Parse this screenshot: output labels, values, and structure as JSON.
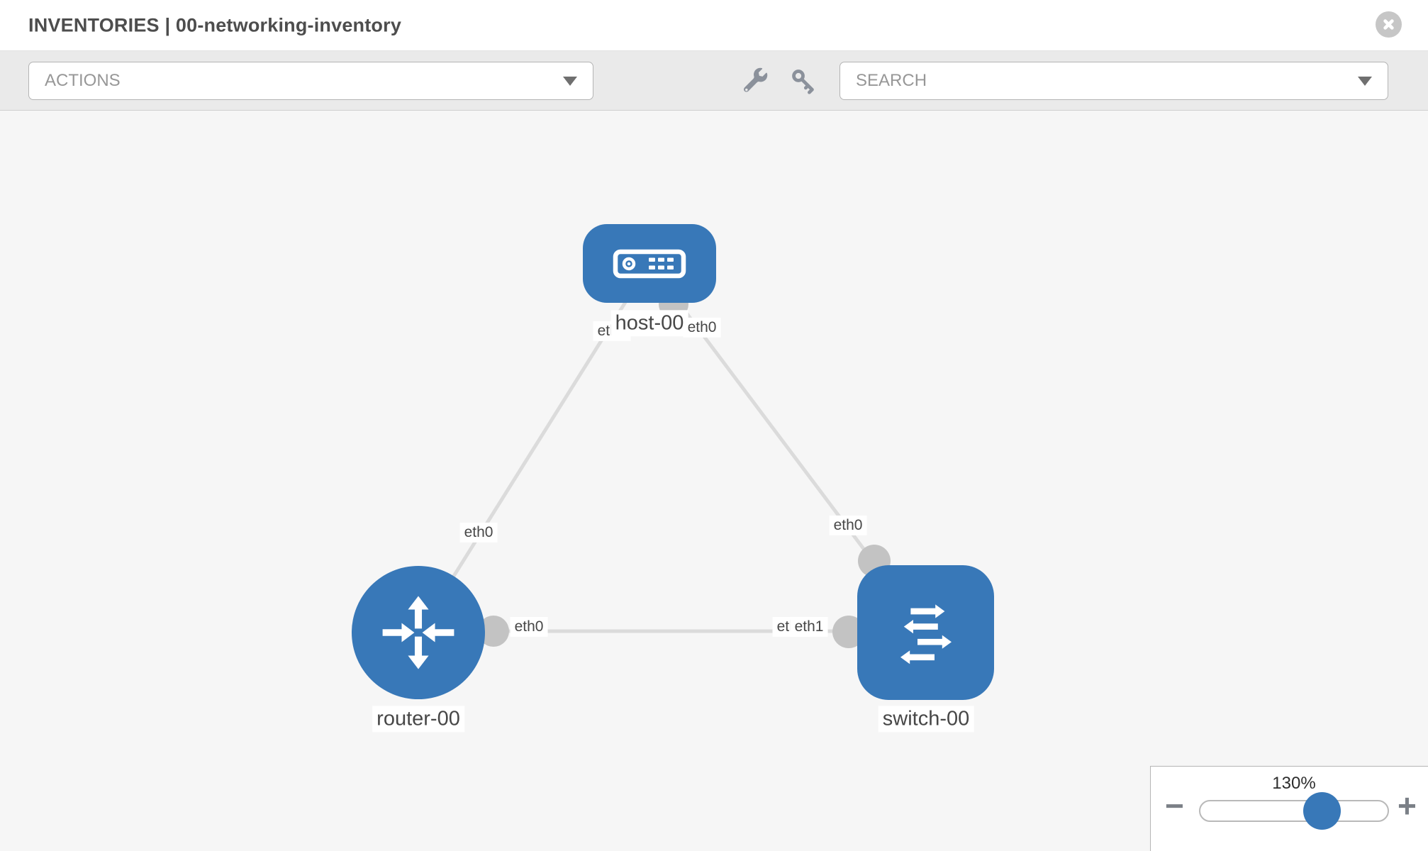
{
  "header": {
    "title": "INVENTORIES | 00-networking-inventory"
  },
  "toolbar": {
    "actions_placeholder": "ACTIONS",
    "search_placeholder": "SEARCH",
    "tool_icons": [
      "wrench-icon",
      "key-icon"
    ]
  },
  "topology": {
    "nodes": [
      {
        "id": "host-00",
        "type": "host",
        "label": "host-00"
      },
      {
        "id": "router-00",
        "type": "router",
        "label": "router-00"
      },
      {
        "id": "switch-00",
        "type": "switch",
        "label": "switch-00"
      }
    ],
    "links": [
      {
        "from": "host-00",
        "to": "router-00",
        "from_iface": "eth0",
        "to_iface": "eth0"
      },
      {
        "from": "host-00",
        "to": "switch-00",
        "from_iface": "eth0",
        "to_iface": "eth0"
      },
      {
        "from": "router-00",
        "to": "switch-00",
        "from_iface": "eth0",
        "to_iface": "eth1",
        "to_iface_back": "eth0"
      }
    ]
  },
  "zoom_control": {
    "level": "130%",
    "zoom_out": "−",
    "zoom_in": "+"
  },
  "colors": {
    "node_blue": "#3878b8",
    "link_gray": "#dbdbdb",
    "connector_gray": "#c3c3c3",
    "toolbar_gray": "#eaeaea",
    "canvas_gray": "#f6f6f6"
  }
}
